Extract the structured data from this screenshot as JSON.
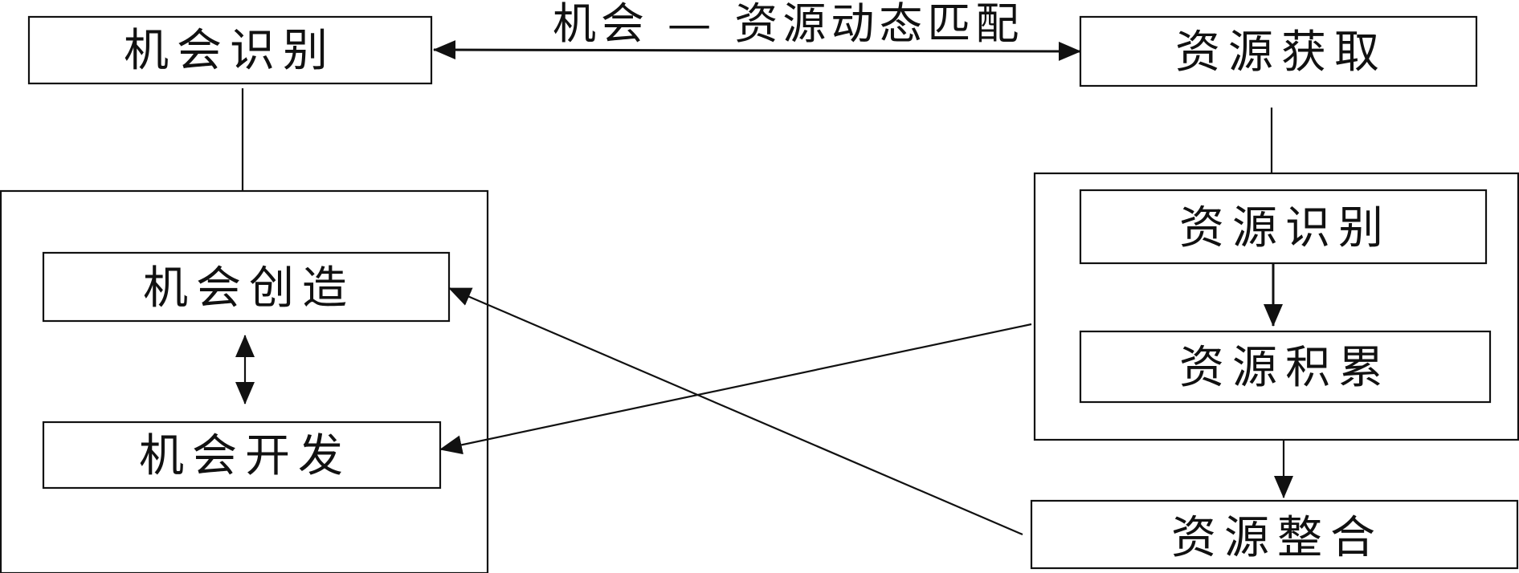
{
  "diagram": {
    "top_link_label": "机会 — 资源动态匹配",
    "nodes": {
      "opportunity_recognition": "机会识别",
      "opportunity_creation": "机会创造",
      "opportunity_development": "机会开发",
      "resource_acquisition": "资源获取",
      "resource_identification": "资源识别",
      "resource_accumulation": "资源积累",
      "resource_integration": "资源整合"
    }
  }
}
